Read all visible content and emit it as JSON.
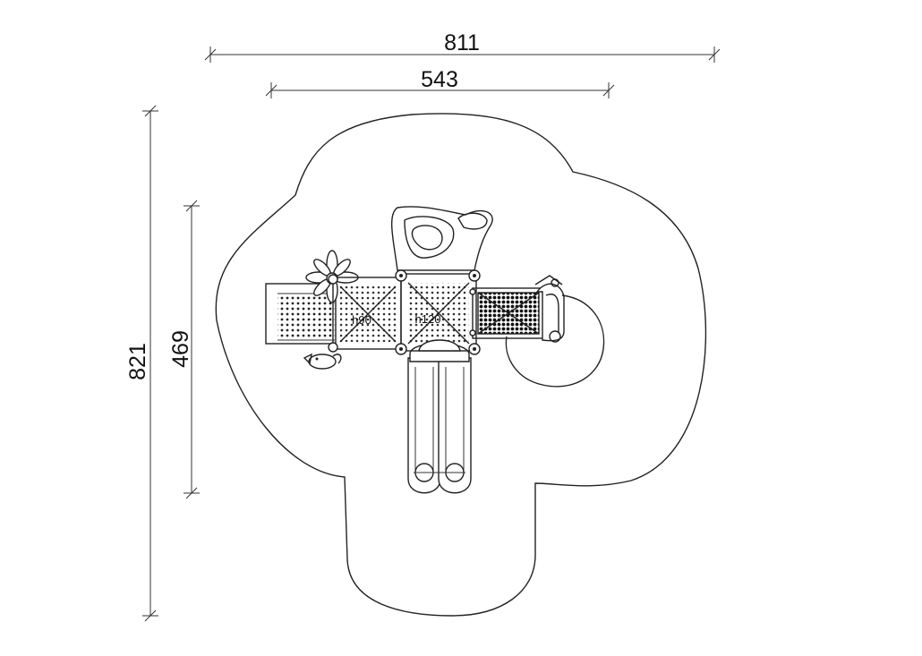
{
  "dimensions": {
    "overall_width": "811",
    "structure_width": "543",
    "overall_depth": "821",
    "structure_depth": "469"
  },
  "platforms": {
    "left_label": "h90",
    "center_label": "h120"
  },
  "colors": {
    "line": "#222222",
    "background": "#ffffff"
  }
}
